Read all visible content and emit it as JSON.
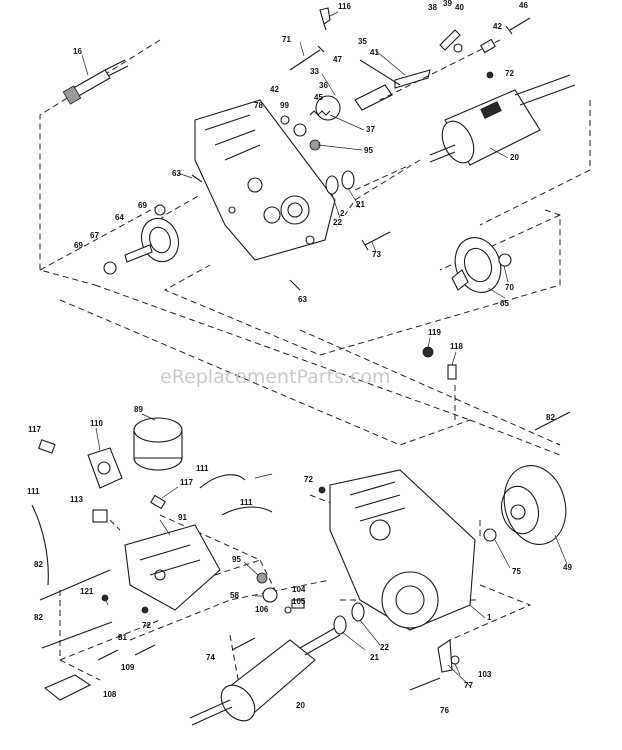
{
  "watermark": "eReplacementParts.com",
  "callouts": [
    {
      "id": "c116",
      "text": "116"
    },
    {
      "id": "c38",
      "text": "38"
    },
    {
      "id": "c39",
      "text": "39"
    },
    {
      "id": "c40",
      "text": "40"
    },
    {
      "id": "c46",
      "text": "46"
    },
    {
      "id": "c42a",
      "text": "42"
    },
    {
      "id": "c16",
      "text": "16"
    },
    {
      "id": "c71",
      "text": "71"
    },
    {
      "id": "c35",
      "text": "35"
    },
    {
      "id": "c41",
      "text": "41"
    },
    {
      "id": "c47",
      "text": "47"
    },
    {
      "id": "c33",
      "text": "33"
    },
    {
      "id": "c72a",
      "text": "72"
    },
    {
      "id": "c36",
      "text": "36"
    },
    {
      "id": "c45",
      "text": "45"
    },
    {
      "id": "c42b",
      "text": "42"
    },
    {
      "id": "c78",
      "text": "78"
    },
    {
      "id": "c99",
      "text": "99"
    },
    {
      "id": "c37",
      "text": "37"
    },
    {
      "id": "c95a",
      "text": "95"
    },
    {
      "id": "c20a",
      "text": "20"
    },
    {
      "id": "c63a",
      "text": "63"
    },
    {
      "id": "c69a",
      "text": "69"
    },
    {
      "id": "c64",
      "text": "64"
    },
    {
      "id": "c21a",
      "text": "21"
    },
    {
      "id": "c2",
      "text": "2"
    },
    {
      "id": "c22a",
      "text": "22"
    },
    {
      "id": "c67",
      "text": "67"
    },
    {
      "id": "c69b",
      "text": "69"
    },
    {
      "id": "c73",
      "text": "73"
    },
    {
      "id": "c63b",
      "text": "63"
    },
    {
      "id": "c70",
      "text": "70"
    },
    {
      "id": "c65",
      "text": "65"
    },
    {
      "id": "c119",
      "text": "119"
    },
    {
      "id": "c118",
      "text": "118"
    },
    {
      "id": "c89",
      "text": "89"
    },
    {
      "id": "c82a",
      "text": "82"
    },
    {
      "id": "c117a",
      "text": "117"
    },
    {
      "id": "c110",
      "text": "110"
    },
    {
      "id": "c111a",
      "text": "111"
    },
    {
      "id": "c72b",
      "text": "72"
    },
    {
      "id": "c117b",
      "text": "117"
    },
    {
      "id": "c111b",
      "text": "111"
    },
    {
      "id": "c111c",
      "text": "111"
    },
    {
      "id": "c113",
      "text": "113"
    },
    {
      "id": "c91",
      "text": "91"
    },
    {
      "id": "c95b",
      "text": "95"
    },
    {
      "id": "c75",
      "text": "75"
    },
    {
      "id": "c49",
      "text": "49"
    },
    {
      "id": "c82b",
      "text": "82"
    },
    {
      "id": "c121",
      "text": "121"
    },
    {
      "id": "c58",
      "text": "58"
    },
    {
      "id": "c104",
      "text": "104"
    },
    {
      "id": "c105",
      "text": "105"
    },
    {
      "id": "c106",
      "text": "106"
    },
    {
      "id": "c1",
      "text": "1"
    },
    {
      "id": "c72c",
      "text": "72"
    },
    {
      "id": "c82c",
      "text": "82"
    },
    {
      "id": "c22b",
      "text": "22"
    },
    {
      "id": "c81",
      "text": "81"
    },
    {
      "id": "c21b",
      "text": "21"
    },
    {
      "id": "c109",
      "text": "109"
    },
    {
      "id": "c74",
      "text": "74"
    },
    {
      "id": "c103",
      "text": "103"
    },
    {
      "id": "c77",
      "text": "77"
    },
    {
      "id": "c108",
      "text": "108"
    },
    {
      "id": "c20b",
      "text": "20"
    },
    {
      "id": "c76",
      "text": "76"
    }
  ]
}
